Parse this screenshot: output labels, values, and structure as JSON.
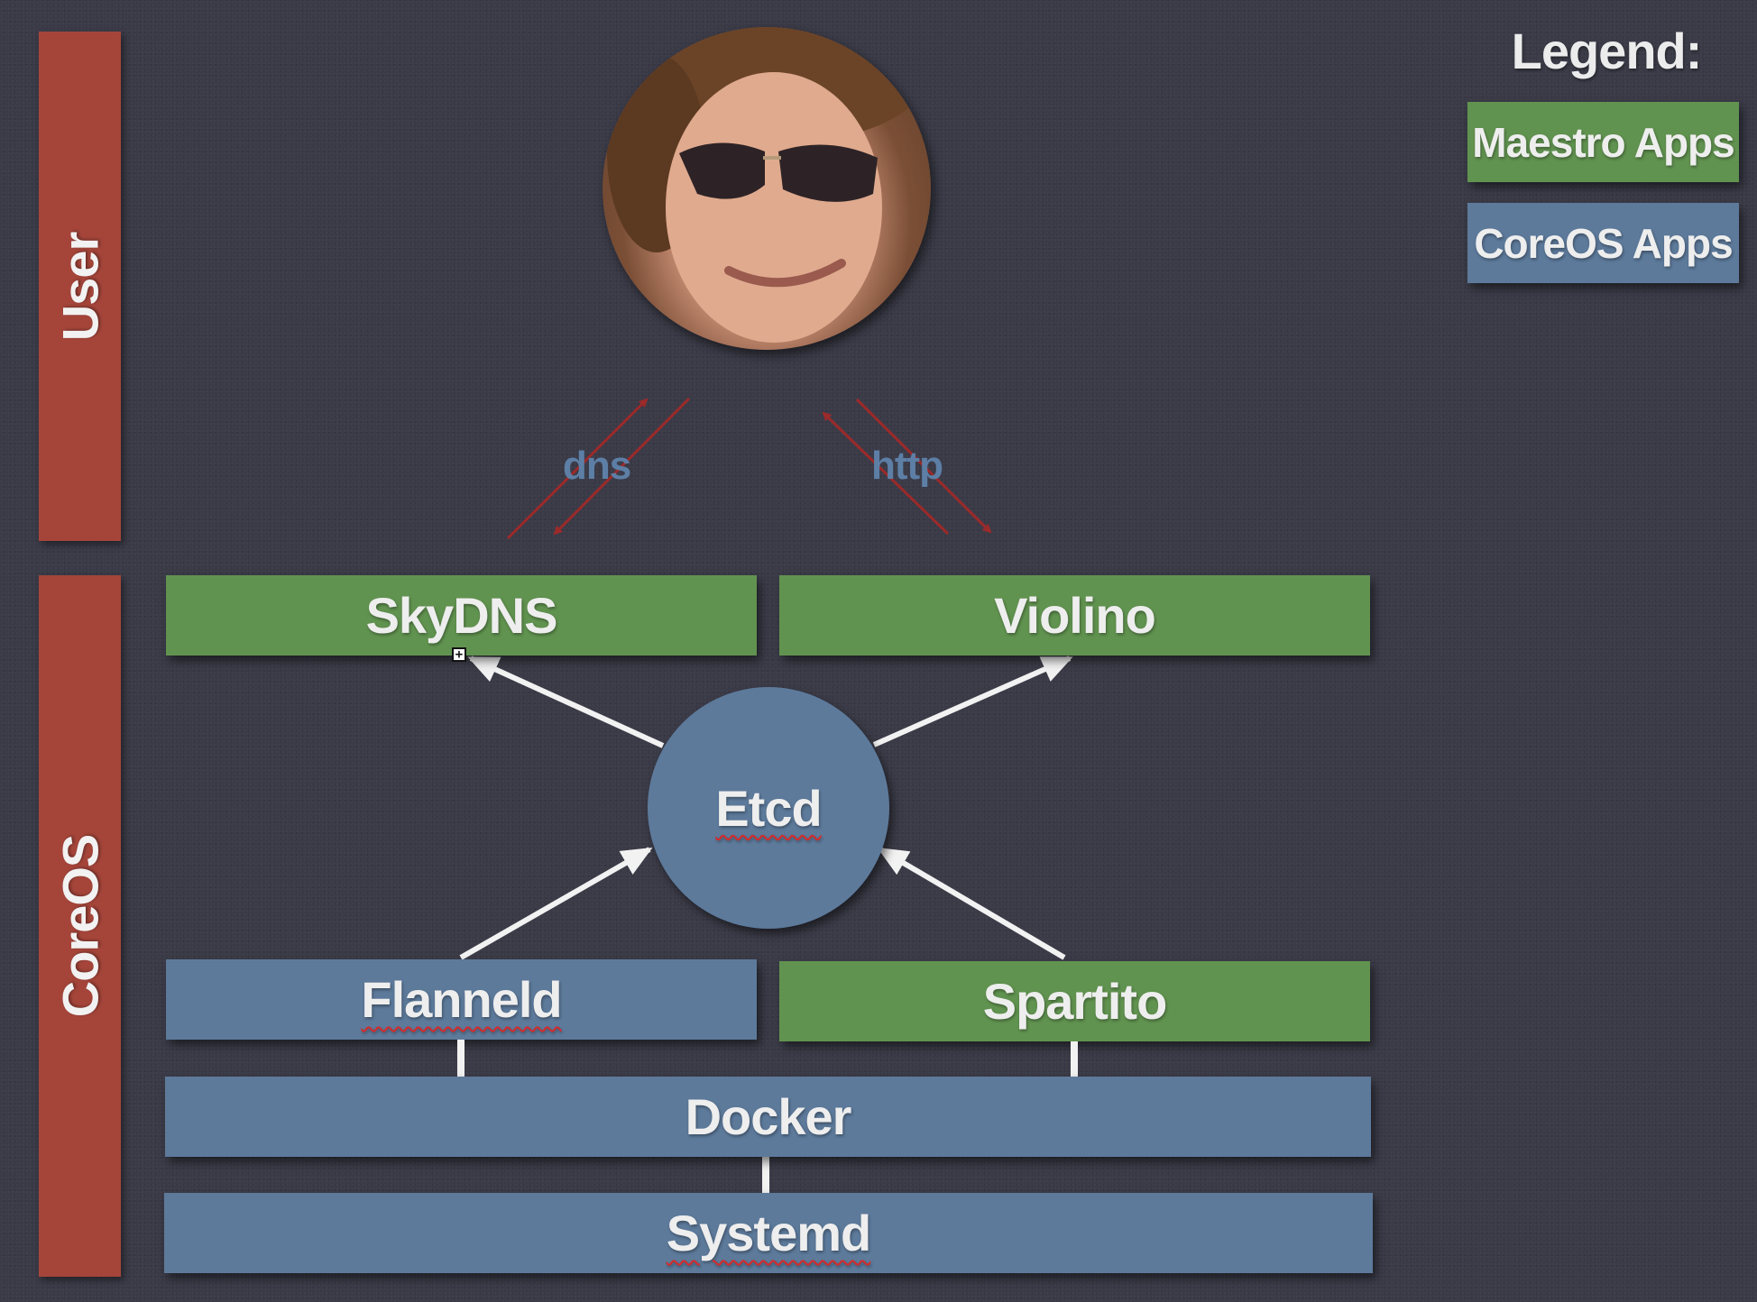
{
  "sidebar": {
    "user_label": "User",
    "coreos_label": "CoreOS"
  },
  "legend": {
    "title": "Legend:",
    "maestro_label": "Maestro Apps",
    "coreos_label": "CoreOS Apps"
  },
  "protocols": {
    "dns": "dns",
    "http": "http"
  },
  "nodes": {
    "skydns": "SkyDNS",
    "violino": "Violino",
    "etcd": "Etcd",
    "flanneld": "Flanneld",
    "spartito": "Spartito",
    "docker": "Docker",
    "systemd": "Systemd"
  },
  "colors": {
    "maestro_apps": "#619350",
    "coreos_apps": "#5d7a9b",
    "sidebar": "#a5453a",
    "protocol_arrows": "#9b2a2a"
  }
}
